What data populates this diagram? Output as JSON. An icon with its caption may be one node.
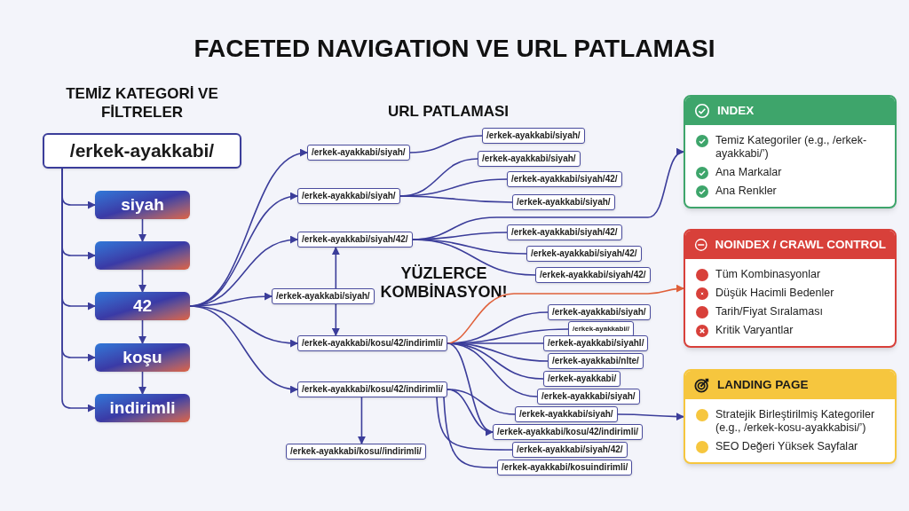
{
  "diagram": {
    "title": "FACETED NAVIGATION VE URL PATLAMASI",
    "nodes": [
      {
        "text": [
          "/erkek-ayakkabi/"
        ]
      },
      {
        "text": [
          "siyah"
        ]
      },
      {
        "text": [],
        "shape": "box"
      },
      {
        "text": [
          "42"
        ]
      },
      {
        "text": [
          "koşu"
        ]
      },
      {
        "text": [
          "indirimli"
        ]
      },
      {
        "text": [
          "/erkek-ayakkabi/siyah/"
        ]
      },
      {
        "text": [
          "/erkek-ayakkabi/siyah/"
        ]
      },
      {
        "text": [
          "/erkek-ayakkabi/siyah/42/"
        ]
      },
      {
        "text": [
          "/erkek-ayakkabi/siyah/"
        ]
      },
      {
        "text": [
          "/erkek-ayakkabi/kosu/42/indirimli/"
        ]
      },
      {
        "text": [
          "/erkek-ayakkabi/kosu/42/indirimli/"
        ]
      },
      {
        "text": [
          "/erkek-ayakkabi/kosu//indirimli/"
        ]
      },
      {
        "text": [
          "/erkek-ayakkabi/siyah/"
        ]
      },
      {
        "text": [
          "/erkek-ayakkabi/siyah/"
        ]
      },
      {
        "text": [
          "/erkek-ayakkabi/siyah/42/"
        ]
      },
      {
        "text": [
          "/erkek-ayakkabi/siyah/"
        ]
      },
      {
        "text": [
          "/erkek-ayakkabi/siyah/42/"
        ]
      },
      {
        "text": [
          "/erkek-ayakkabi/siyah/42/"
        ]
      },
      {
        "text": [
          "/erkek-ayakkabi/siyah/42/"
        ]
      },
      {
        "text": [
          "/erkek-ayakkabi/siyah/"
        ]
      },
      {
        "text": [
          "/erkek-ayakkabi//"
        ]
      },
      {
        "text": [
          "/erkek-ayakkabi/siyahl/"
        ]
      },
      {
        "text": [
          "/erkek-ayakkabi/nlte/"
        ]
      },
      {
        "text": [
          "/erkek-ayakkabi/"
        ]
      },
      {
        "text": [
          "/erkek-ayakkabi/siyah/"
        ]
      },
      {
        "text": [
          "/erkek-ayakkabi/siyah/"
        ]
      },
      {
        "text": [
          "/erkek-ayakkabi/kosu/42/indirimli/"
        ]
      },
      {
        "text": [
          "/erkek-ayakkabi/siyah/42/"
        ]
      },
      {
        "text": [
          "/erkek-ayakkabi/kosuindirimli/"
        ]
      },
      {
        "text": [
          "INDEX",
          "Temiz Kategoriler (e.g., /erkek-ayakkabi/’)",
          "Ana Markalar",
          "Ana Renkler"
        ]
      },
      {
        "text": [
          "NOINDEX / CRAWL CONTROL",
          "Tüm Kombinasyonlar",
          "Düşük Hacimli Bedenler",
          "Tarih/Fiyat Sıralaması",
          "Kritik Varyantlar"
        ]
      },
      {
        "text": [
          "LANDING PAGE",
          "Stratejik Birleştirilmiş Kategoriler (e.g., /erkek-kosu-ayakkabisi/’)",
          "SEO Değeri Yüksek Sayfalar"
        ]
      }
    ],
    "edges": [
      {
        "from": 0,
        "to": 1,
        "arrow": "to"
      },
      {
        "from": 0,
        "to": 2,
        "arrow": "to"
      },
      {
        "from": 0,
        "to": 3,
        "arrow": "to"
      },
      {
        "from": 0,
        "to": 4,
        "arrow": "to"
      },
      {
        "from": 0,
        "to": 5,
        "arrow": "to"
      },
      {
        "from": 1,
        "to": 2,
        "arrow": "to"
      },
      {
        "from": 2,
        "to": 3,
        "arrow": "to"
      },
      {
        "from": 3,
        "to": 4,
        "arrow": "to"
      },
      {
        "from": 4,
        "to": 5,
        "arrow": "to"
      },
      {
        "from": 3,
        "to": 6,
        "arrow": "to"
      },
      {
        "from": 3,
        "to": 7,
        "arrow": "to"
      },
      {
        "from": 3,
        "to": 8,
        "arrow": "to"
      },
      {
        "from": 3,
        "to": 9,
        "arrow": "to"
      },
      {
        "from": 3,
        "to": 10,
        "arrow": "to"
      },
      {
        "from": 3,
        "to": 11,
        "arrow": "to"
      },
      {
        "from": 6,
        "to": 13,
        "arrow": "none"
      },
      {
        "from": 7,
        "to": 14,
        "arrow": "none"
      },
      {
        "from": 7,
        "to": 15,
        "arrow": "none"
      },
      {
        "from": 7,
        "to": 16,
        "arrow": "none"
      },
      {
        "from": 8,
        "to": 17,
        "arrow": "none"
      },
      {
        "from": 8,
        "to": 18,
        "arrow": "none"
      },
      {
        "from": 8,
        "to": 19,
        "arrow": "none"
      },
      {
        "from": 8,
        "to": 30,
        "arrow": "to"
      },
      {
        "from": 9,
        "to": 8,
        "arrow": "to"
      },
      {
        "from": 9,
        "to": 10,
        "arrow": "to"
      },
      {
        "from": 10,
        "to": 20,
        "arrow": "none"
      },
      {
        "from": 10,
        "to": 21,
        "arrow": "none"
      },
      {
        "from": 10,
        "to": 22,
        "arrow": "none"
      },
      {
        "from": 10,
        "to": 23,
        "arrow": "none"
      },
      {
        "from": 10,
        "to": 24,
        "arrow": "none"
      },
      {
        "from": 10,
        "to": 25,
        "arrow": "none"
      },
      {
        "from": 10,
        "to": 31,
        "arrow": "to",
        "color": "#e0603a"
      },
      {
        "from": 10,
        "to": 27,
        "arrow": "none"
      },
      {
        "from": 11,
        "to": 12,
        "arrow": "to"
      },
      {
        "from": 11,
        "to": 26,
        "arrow": "none"
      },
      {
        "from": 11,
        "to": 27,
        "arrow": "to"
      },
      {
        "from": 11,
        "to": 28,
        "arrow": "none"
      },
      {
        "from": 11,
        "to": 29,
        "arrow": "none"
      },
      {
        "from": 26,
        "to": 32,
        "arrow": "to"
      }
    ],
    "labels": [
      "TEMİZ KATEGORİ VE FİLTRELER",
      "URL PATLAMASI",
      "YÜZLERCE KOMBİNASYON!"
    ]
  }
}
